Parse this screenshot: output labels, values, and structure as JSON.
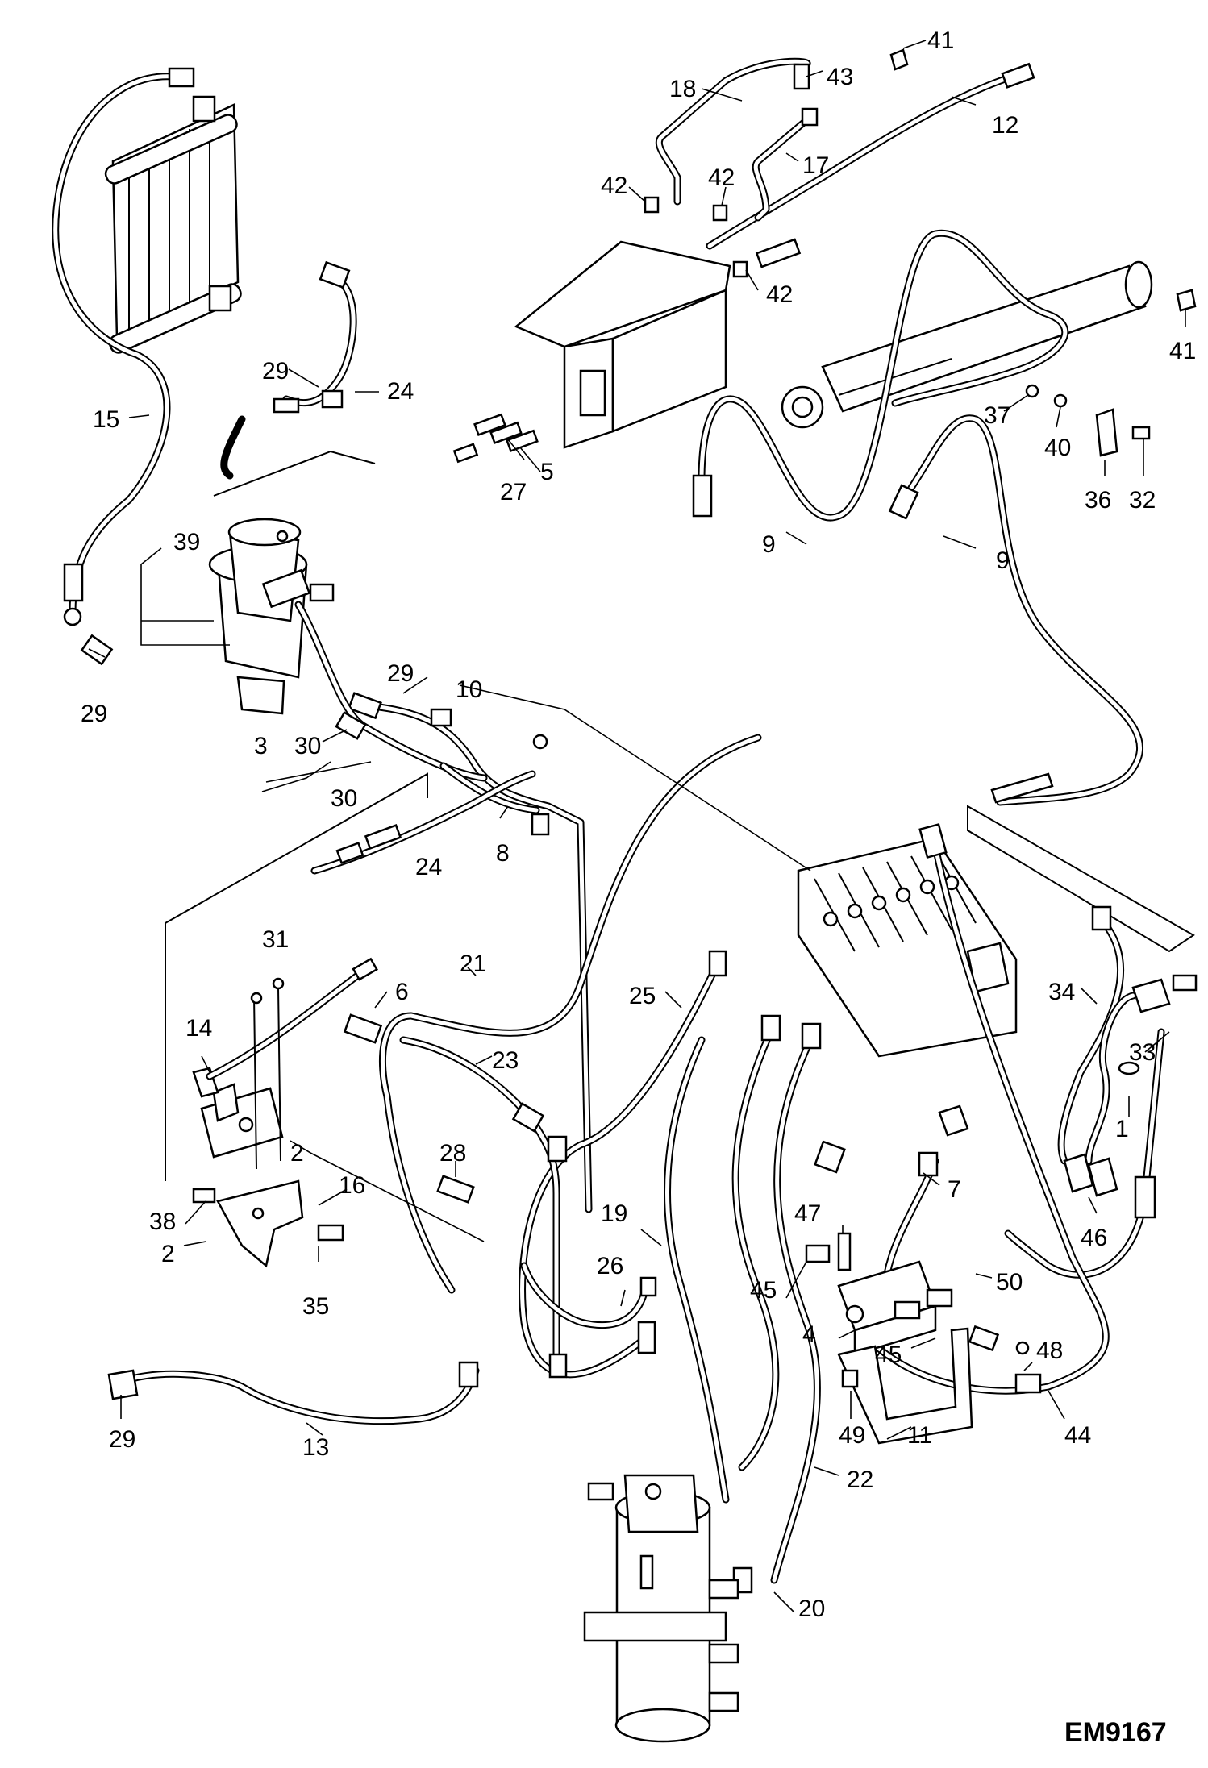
{
  "diagram_code": "EM9167",
  "callouts": [
    "41",
    "43",
    "18",
    "12",
    "17",
    "42",
    "42",
    "42",
    "41",
    "24",
    "29",
    "15",
    "5",
    "27",
    "37",
    "40",
    "36",
    "32",
    "9",
    "9",
    "39",
    "29",
    "29",
    "10",
    "3",
    "30",
    "30",
    "24",
    "8",
    "31",
    "21",
    "25",
    "6",
    "14",
    "23",
    "34",
    "33",
    "1",
    "2",
    "16",
    "28",
    "7",
    "38",
    "2",
    "35",
    "19",
    "47",
    "46",
    "26",
    "50",
    "45",
    "4",
    "45",
    "48",
    "29",
    "13",
    "11",
    "49",
    "44",
    "22",
    "20"
  ]
}
